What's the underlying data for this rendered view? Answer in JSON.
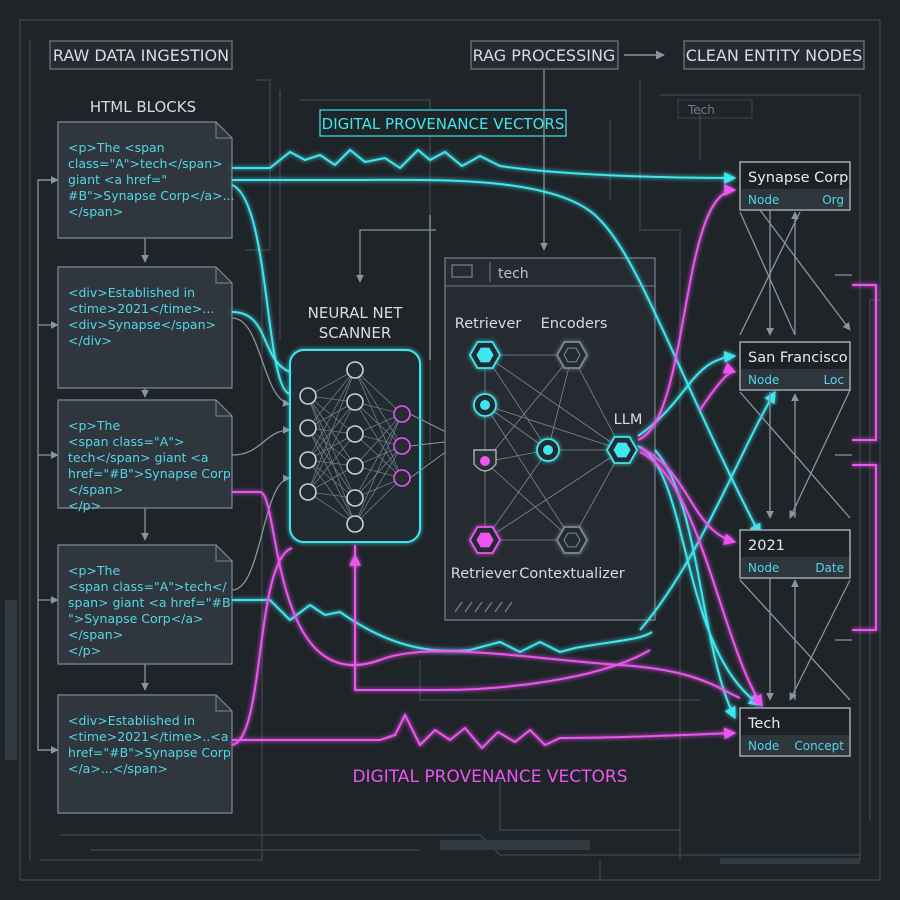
{
  "headers": {
    "raw": "RAW DATA INGESTION",
    "rag": "RAG PROCESSING",
    "clean": "CLEAN ENTITY NODES",
    "html_blocks": "HTML BLOCKS",
    "provenance_top": "DIGITAL PROVENANCE VECTORS",
    "provenance_bottom": "DIGITAL PROVENANCE VECTORS",
    "tech_faint": "Tech"
  },
  "html_blocks": [
    {
      "lines": [
        "<p>The <span",
        "class=\"A\">tech</span>",
        "giant <a href=\"",
        "#B\">Synapse Corp</a>...",
        "</span>"
      ]
    },
    {
      "lines": [
        "<div>Established in",
        "<time>2021</time>...",
        "<div>Synapse</span>",
        "</div>"
      ]
    },
    {
      "lines": [
        "<p>The",
        "<span class=\"A\">",
        "tech</span> giant <a",
        "href=\"#B\">Synapse Corp",
        "</span>",
        "</p>"
      ]
    },
    {
      "lines": [
        "<p>The",
        "<span class=\"A\">tech</",
        "span> giant <a href=\"#B",
        "\">Synapse Corp</a>",
        "</span>",
        "</p>"
      ]
    },
    {
      "lines": [
        "<div>Established in",
        "<time>2021</time>..<a",
        "href=\"#B\">Synapse Corp",
        "</a>...</span>"
      ]
    }
  ],
  "scanner": {
    "title_line1": "NEURAL NET",
    "title_line2": "SCANNER"
  },
  "rag_panel": {
    "tab": "tech",
    "retriever_top": "Retriever",
    "encoders": "Encoders",
    "llm": "LLM",
    "retriever_bottom": "Retriever",
    "contextualizer": "Contextualizer"
  },
  "entities": [
    {
      "name": "Synapse Corp",
      "kind": "Node",
      "type": "Org"
    },
    {
      "name": "San Francisco",
      "kind": "Node",
      "type": "Loc"
    },
    {
      "name": "2021",
      "kind": "Node",
      "type": "Date"
    },
    {
      "name": "Tech",
      "kind": "Node",
      "type": "Concept"
    }
  ],
  "colors": {
    "background": "#1f2429",
    "panel": "#2e353c",
    "cyan": "#3fe6ee",
    "magenta": "#ee55f0",
    "text": "#d6dde2",
    "code": "#54d6e6",
    "line": "#8796a2"
  }
}
